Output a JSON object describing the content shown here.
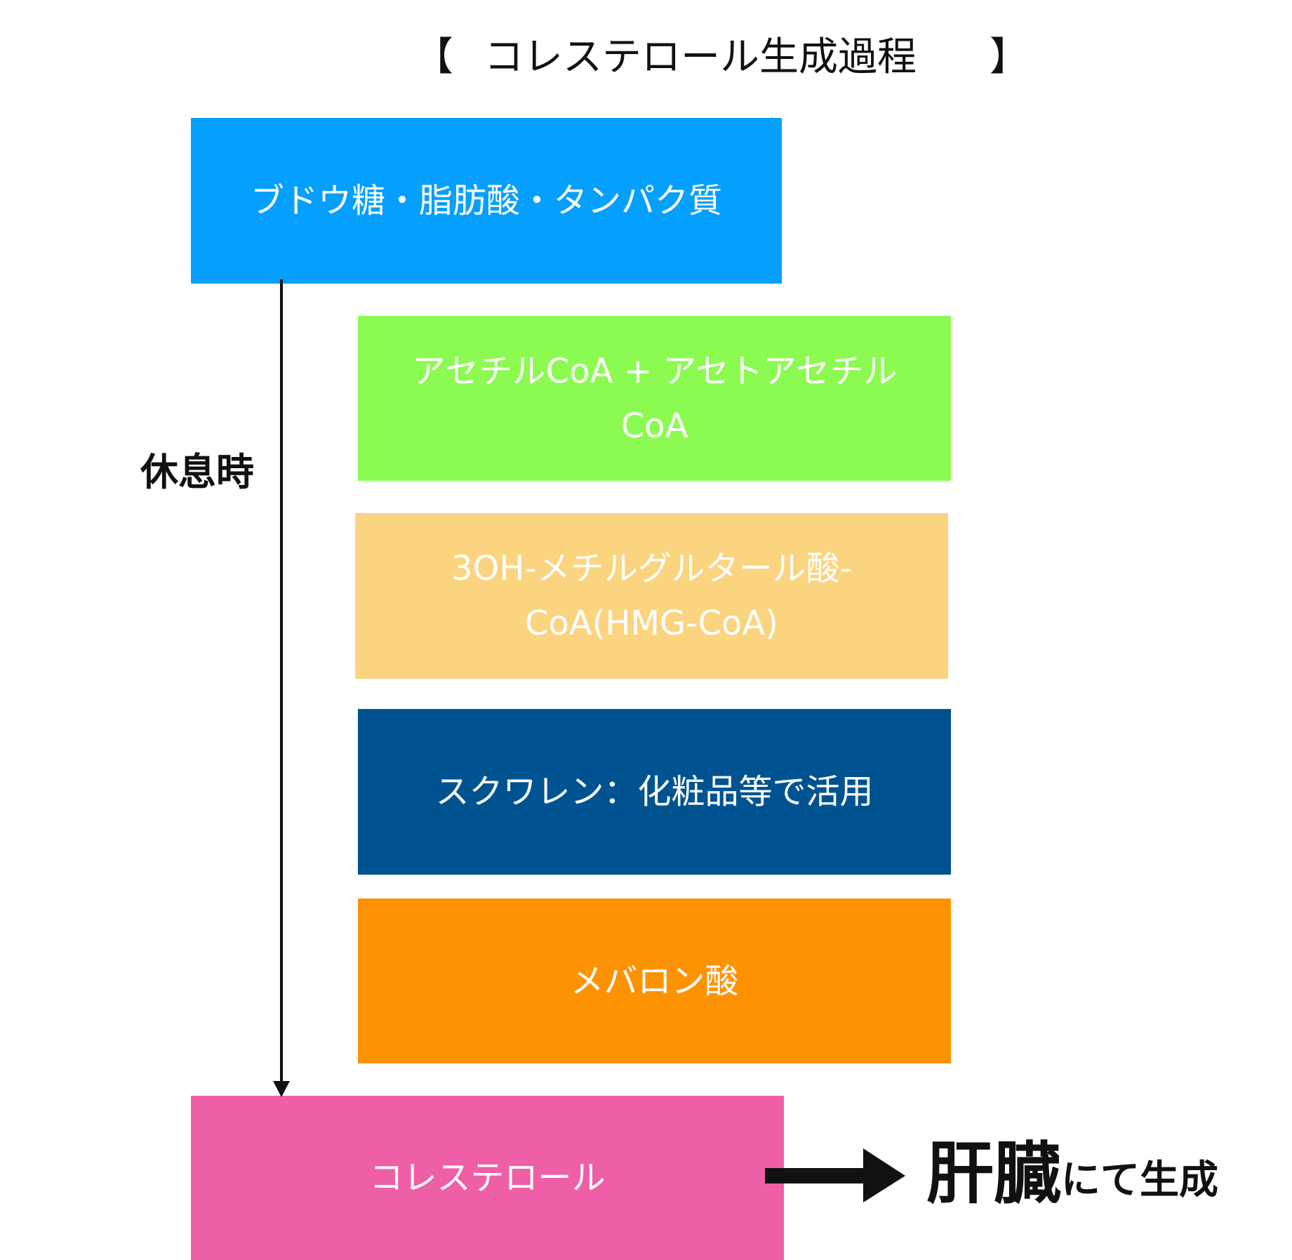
{
  "title": {
    "open_bracket": "【",
    "text": "コレステロール生成過程",
    "close_bracket": "】"
  },
  "boxes": {
    "source": {
      "text": "ブドウ糖・脂肪酸・タンパク質",
      "color": "#059ffe"
    },
    "acetyl": {
      "line1": "アセチルCoA + アセトアセチル",
      "line2": "CoA",
      "color": "#8cfb51"
    },
    "hmg": {
      "line1": "3OH-メチルグルタール酸-",
      "line2": "CoA(HMG-CoA)",
      "color": "#fbd47f"
    },
    "squalene": {
      "text": "スクワレン：化粧品等で活用",
      "color": "#005391"
    },
    "mevalonic": {
      "text": "メバロン酸",
      "color": "#fd9302"
    },
    "cholesterol": {
      "text": "コレステロール",
      "color": "#ef5fa7"
    }
  },
  "rest_label": "休息時",
  "liver_note": {
    "big": "肝臓",
    "small": "にて生成"
  }
}
